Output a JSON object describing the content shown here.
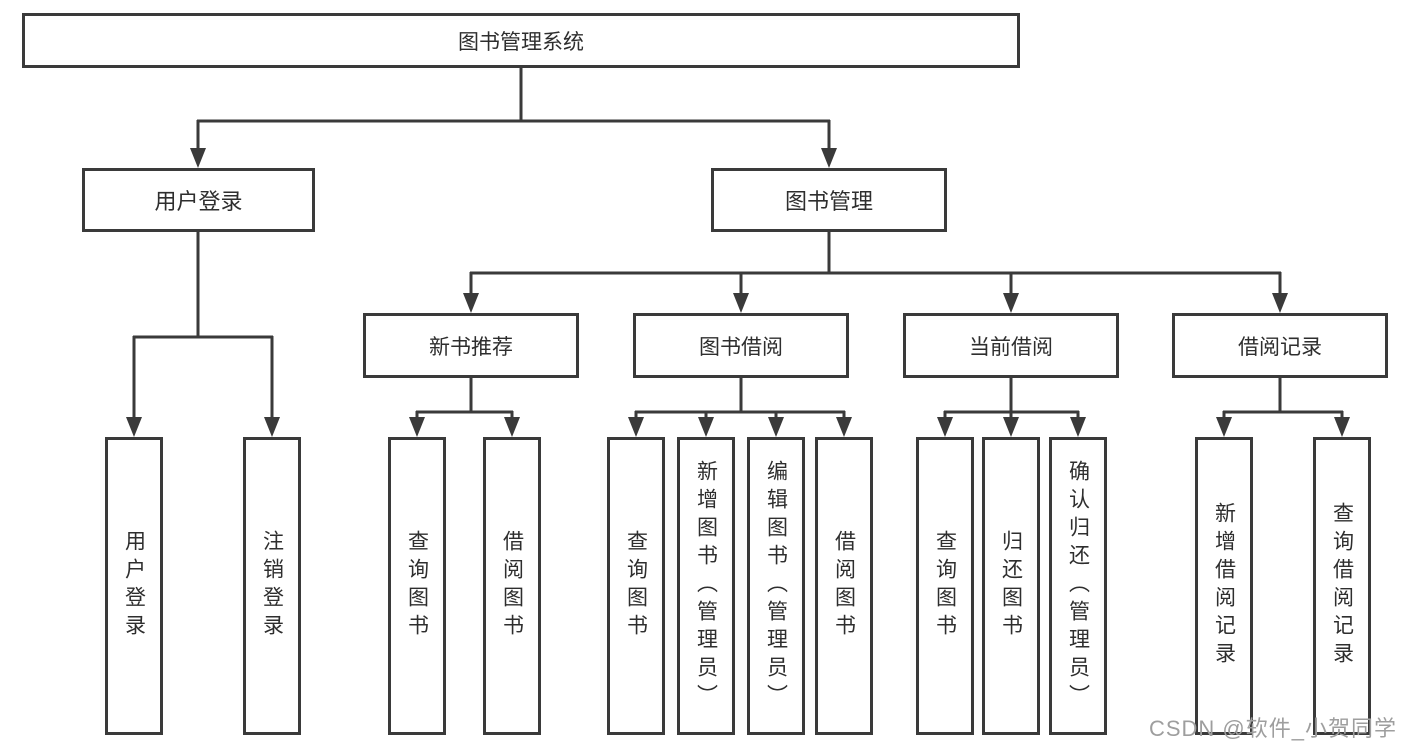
{
  "colors": {
    "line": "#3a3a3a",
    "box_border": "#3a3a3a",
    "box_fill": "#ffffff",
    "text": "#2e2e2e",
    "watermark": "#9e9e9e"
  },
  "tree": {
    "root": {
      "label": "图书管理系统"
    },
    "level2": [
      {
        "id": "user-login",
        "label": "用户登录"
      },
      {
        "id": "book-management",
        "label": "图书管理"
      }
    ],
    "level3": [
      {
        "id": "new-book-recommend",
        "label": "新书推荐",
        "parent": "图书管理"
      },
      {
        "id": "book-borrow",
        "label": "图书借阅",
        "parent": "图书管理"
      },
      {
        "id": "current-borrow",
        "label": "当前借阅",
        "parent": "图书管理"
      },
      {
        "id": "borrow-records",
        "label": "借阅记录",
        "parent": "图书管理"
      }
    ],
    "leaves": [
      {
        "id": "user-login-action",
        "label": "用户登录",
        "parent": "用户登录"
      },
      {
        "id": "logout-action",
        "label": "注销登录",
        "parent": "用户登录"
      },
      {
        "id": "query-books-recommend",
        "label": "查询图书",
        "parent": "新书推荐"
      },
      {
        "id": "borrow-book-recommend",
        "label": "借阅图书",
        "parent": "新书推荐"
      },
      {
        "id": "query-books-borrow",
        "label": "查询图书",
        "parent": "图书借阅"
      },
      {
        "id": "add-book-admin",
        "label": "新增图书（管理员）",
        "parent": "图书借阅"
      },
      {
        "id": "edit-book-admin",
        "label": "编辑图书（管理员）",
        "parent": "图书借阅"
      },
      {
        "id": "borrow-book-borrow",
        "label": "借阅图书",
        "parent": "图书借阅"
      },
      {
        "id": "query-books-current",
        "label": "查询图书",
        "parent": "当前借阅"
      },
      {
        "id": "return-book",
        "label": "归还图书",
        "parent": "当前借阅"
      },
      {
        "id": "confirm-return-admin",
        "label": "确认归还（管理员）",
        "parent": "当前借阅"
      },
      {
        "id": "add-borrow-record",
        "label": "新增借阅记录",
        "parent": "借阅记录"
      },
      {
        "id": "query-borrow-record",
        "label": "查询借阅记录",
        "parent": "借阅记录"
      }
    ]
  },
  "watermark": {
    "text": "CSDN @软件_小贺同学"
  }
}
